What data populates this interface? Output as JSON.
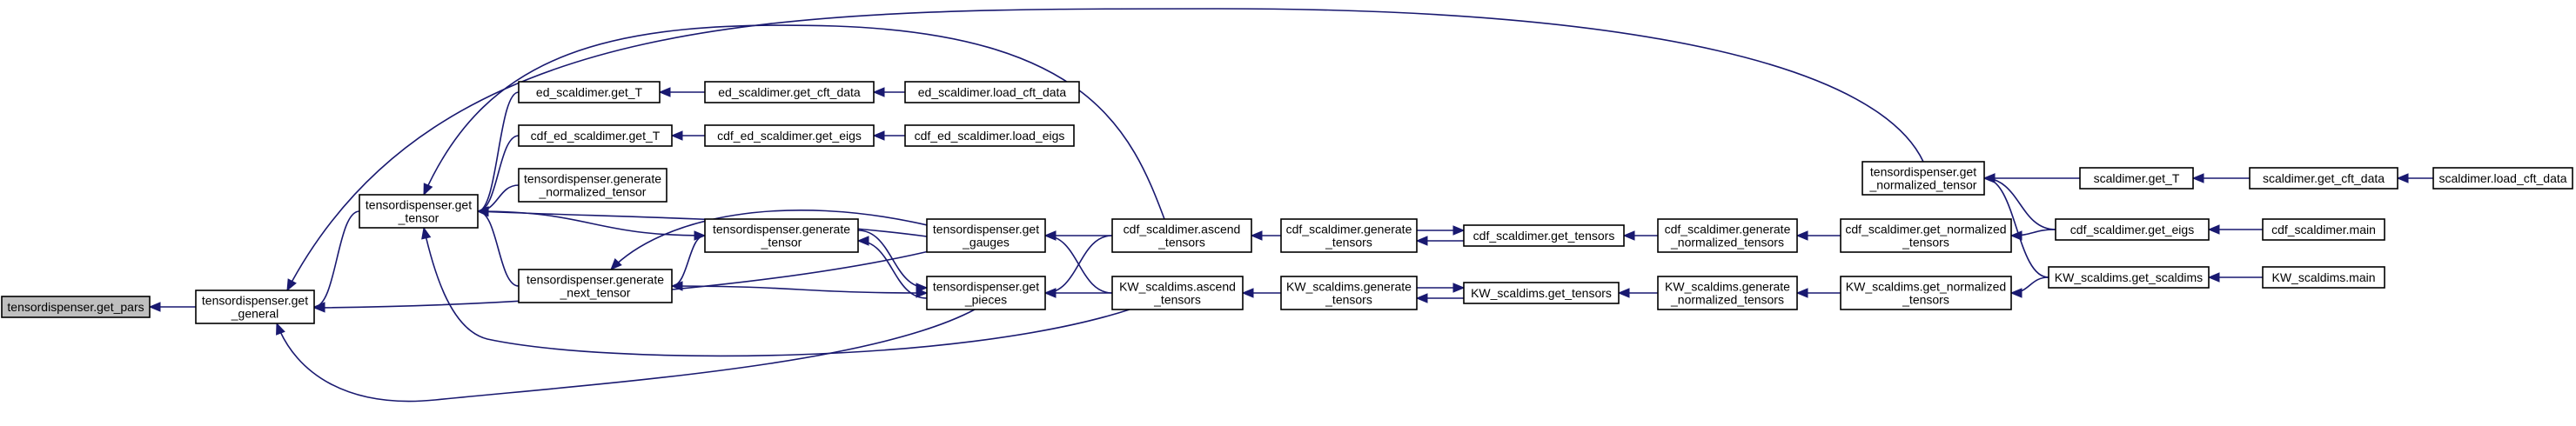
{
  "graph": {
    "edge_color": "#191970",
    "root_fill": "#bfbfbf",
    "nodes": [
      {
        "id": "get_pars",
        "lines": [
          "tensordispenser.get_pars"
        ],
        "root": true
      },
      {
        "id": "get_general",
        "lines": [
          "tensordispenser.get",
          "_general"
        ]
      },
      {
        "id": "get_tensor",
        "lines": [
          "tensordispenser.get",
          "_tensor"
        ]
      },
      {
        "id": "ed_get_T",
        "lines": [
          "ed_scaldimer.get_T"
        ]
      },
      {
        "id": "cdf_ed_get_T",
        "lines": [
          "cdf_ed_scaldimer.get_T"
        ]
      },
      {
        "id": "gen_norm_tensor",
        "lines": [
          "tensordispenser.generate",
          "_normalized_tensor"
        ]
      },
      {
        "id": "gen_next_tensor",
        "lines": [
          "tensordispenser.generate",
          "_next_tensor"
        ]
      },
      {
        "id": "ed_get_cft_data",
        "lines": [
          "ed_scaldimer.get_cft_data"
        ]
      },
      {
        "id": "cdf_ed_get_eigs",
        "lines": [
          "cdf_ed_scaldimer.get_eigs"
        ]
      },
      {
        "id": "gen_tensor",
        "lines": [
          "tensordispenser.generate",
          "_tensor"
        ]
      },
      {
        "id": "ed_load_cft_data",
        "lines": [
          "ed_scaldimer.load_cft_data"
        ]
      },
      {
        "id": "cdf_ed_load_eigs",
        "lines": [
          "cdf_ed_scaldimer.load_eigs"
        ]
      },
      {
        "id": "get_gauges",
        "lines": [
          "tensordispenser.get",
          "_gauges"
        ]
      },
      {
        "id": "get_pieces",
        "lines": [
          "tensordispenser.get",
          "_pieces"
        ]
      },
      {
        "id": "cdf_ascend",
        "lines": [
          "cdf_scaldimer.ascend",
          "_tensors"
        ]
      },
      {
        "id": "kw_ascend",
        "lines": [
          "KW_scaldims.ascend",
          "_tensors"
        ]
      },
      {
        "id": "cdf_gen_tensors",
        "lines": [
          "cdf_scaldimer.generate",
          "_tensors"
        ]
      },
      {
        "id": "kw_gen_tensors",
        "lines": [
          "KW_scaldims.generate",
          "_tensors"
        ]
      },
      {
        "id": "cdf_get_tensors",
        "lines": [
          "cdf_scaldimer.get_tensors"
        ]
      },
      {
        "id": "kw_get_tensors",
        "lines": [
          "KW_scaldims.get_tensors"
        ]
      },
      {
        "id": "cdf_gen_norm_tensors",
        "lines": [
          "cdf_scaldimer.generate",
          "_normalized_tensors"
        ]
      },
      {
        "id": "kw_gen_norm_tensors",
        "lines": [
          "KW_scaldims.generate",
          "_normalized_tensors"
        ]
      },
      {
        "id": "get_norm_tensor",
        "lines": [
          "tensordispenser.get",
          "_normalized_tensor"
        ]
      },
      {
        "id": "cdf_get_norm_tensors",
        "lines": [
          "cdf_scaldimer.get_normalized",
          "_tensors"
        ]
      },
      {
        "id": "kw_get_norm_tensors",
        "lines": [
          "KW_scaldims.get_normalized",
          "_tensors"
        ]
      },
      {
        "id": "scaldimer_get_T",
        "lines": [
          "scaldimer.get_T"
        ]
      },
      {
        "id": "cdf_get_eigs",
        "lines": [
          "cdf_scaldimer.get_eigs"
        ]
      },
      {
        "id": "kw_get_scaldims",
        "lines": [
          "KW_scaldims.get_scaldims"
        ]
      },
      {
        "id": "scaldimer_get_cft_data",
        "lines": [
          "scaldimer.get_cft_data"
        ]
      },
      {
        "id": "cdf_main",
        "lines": [
          "cdf_scaldimer.main"
        ]
      },
      {
        "id": "kw_main",
        "lines": [
          "KW_scaldims.main"
        ]
      },
      {
        "id": "scaldimer_load_cft_data",
        "lines": [
          "scaldimer.load_cft_data"
        ]
      }
    ],
    "edges": [
      {
        "from": "get_general",
        "to": "get_pars"
      },
      {
        "from": "get_tensor",
        "to": "get_general"
      },
      {
        "from": "get_gauges",
        "to": "get_general"
      },
      {
        "from": "get_pieces",
        "to": "get_general"
      },
      {
        "from": "get_norm_tensor",
        "to": "get_general"
      },
      {
        "from": "ed_get_T",
        "to": "get_tensor"
      },
      {
        "from": "cdf_ed_get_T",
        "to": "get_tensor"
      },
      {
        "from": "gen_norm_tensor",
        "to": "get_tensor"
      },
      {
        "from": "gen_next_tensor",
        "to": "get_tensor"
      },
      {
        "from": "get_gauges",
        "to": "get_tensor"
      },
      {
        "from": "cdf_ascend",
        "to": "get_tensor"
      },
      {
        "from": "kw_ascend",
        "to": "get_tensor"
      },
      {
        "from": "ed_get_cft_data",
        "to": "ed_get_T"
      },
      {
        "from": "cdf_ed_get_eigs",
        "to": "cdf_ed_get_T"
      },
      {
        "from": "ed_load_cft_data",
        "to": "ed_get_cft_data"
      },
      {
        "from": "cdf_ed_load_eigs",
        "to": "cdf_ed_get_eigs"
      },
      {
        "from": "gen_tensor",
        "to": "gen_next_tensor"
      },
      {
        "from": "get_gauges",
        "to": "gen_next_tensor"
      },
      {
        "from": "get_tensor",
        "to": "gen_tensor"
      },
      {
        "from": "get_pieces",
        "to": "gen_tensor"
      },
      {
        "from": "gen_tensor",
        "to": "get_pieces"
      },
      {
        "from": "gen_next_tensor",
        "to": "get_pieces"
      },
      {
        "from": "cdf_ascend",
        "to": "get_gauges"
      },
      {
        "from": "kw_ascend",
        "to": "get_gauges"
      },
      {
        "from": "cdf_ascend",
        "to": "get_pieces"
      },
      {
        "from": "kw_ascend",
        "to": "get_pieces"
      },
      {
        "from": "cdf_gen_tensors",
        "to": "cdf_ascend"
      },
      {
        "from": "kw_gen_tensors",
        "to": "kw_ascend"
      },
      {
        "from": "cdf_get_tensors",
        "to": "cdf_gen_tensors"
      },
      {
        "from": "cdf_gen_tensors",
        "to": "cdf_get_tensors"
      },
      {
        "from": "kw_get_tensors",
        "to": "kw_gen_tensors"
      },
      {
        "from": "kw_gen_tensors",
        "to": "kw_get_tensors"
      },
      {
        "from": "cdf_gen_norm_tensors",
        "to": "cdf_get_tensors"
      },
      {
        "from": "kw_gen_norm_tensors",
        "to": "kw_get_tensors"
      },
      {
        "from": "cdf_get_norm_tensors",
        "to": "cdf_gen_norm_tensors"
      },
      {
        "from": "kw_get_norm_tensors",
        "to": "kw_gen_norm_tensors"
      },
      {
        "from": "cdf_get_eigs",
        "to": "cdf_get_norm_tensors"
      },
      {
        "from": "kw_get_scaldims",
        "to": "kw_get_norm_tensors"
      },
      {
        "from": "scaldimer_get_T",
        "to": "get_norm_tensor"
      },
      {
        "from": "cdf_get_eigs",
        "to": "get_norm_tensor"
      },
      {
        "from": "kw_get_scaldims",
        "to": "get_norm_tensor"
      },
      {
        "from": "scaldimer_get_cft_data",
        "to": "scaldimer_get_T"
      },
      {
        "from": "scaldimer_load_cft_data",
        "to": "scaldimer_get_cft_data"
      },
      {
        "from": "cdf_main",
        "to": "cdf_get_eigs"
      },
      {
        "from": "kw_main",
        "to": "kw_get_scaldims"
      }
    ]
  }
}
